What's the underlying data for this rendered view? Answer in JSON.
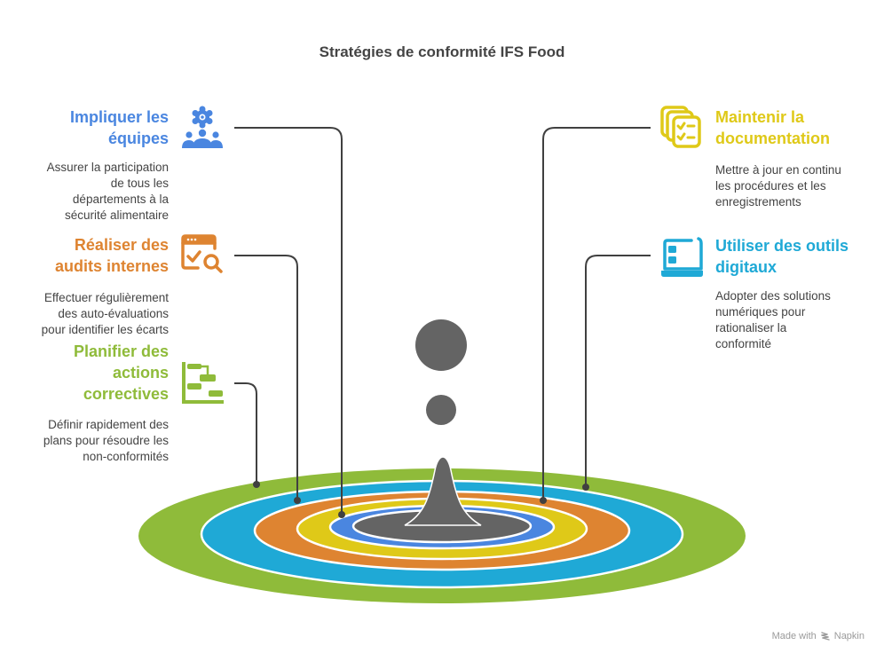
{
  "title": "Stratégies de conformité IFS Food",
  "colors": {
    "blue": "#4a86e0",
    "orange": "#de8431",
    "green": "#8fbb3a",
    "yellow": "#dfc918",
    "cyan": "#1fa9d6",
    "core": "#646464",
    "connector": "#404040"
  },
  "items": [
    {
      "heading_lines": [
        "Impliquer les",
        "équipes"
      ],
      "description_lines": [
        "Assurer la participation",
        "de tous les",
        "départements à la",
        "sécurité alimentaire"
      ],
      "icon": "team-icon",
      "color_key": "blue"
    },
    {
      "heading_lines": [
        "Réaliser des",
        "audits internes"
      ],
      "description_lines": [
        "Effectuer régulièrement",
        "des auto-évaluations",
        "pour identifier les écarts"
      ],
      "icon": "audit-search-icon",
      "color_key": "orange"
    },
    {
      "heading_lines": [
        "Planifier des",
        "actions",
        "correctives"
      ],
      "description_lines": [
        "Définir rapidement des",
        "plans pour résoudre les",
        "non-conformités"
      ],
      "icon": "gantt-plan-icon",
      "color_key": "green"
    },
    {
      "heading_lines": [
        "Maintenir la",
        "documentation"
      ],
      "description_lines": [
        "Mettre à jour en continu",
        "les procédures et les",
        "enregistrements"
      ],
      "icon": "checklist-documents-icon",
      "color_key": "yellow"
    },
    {
      "heading_lines": [
        "Utiliser des outils",
        "digitaux"
      ],
      "description_lines": [
        "Adopter des solutions",
        "numériques pour",
        "rationaliser la",
        "conformité"
      ],
      "icon": "laptop-icon",
      "color_key": "cyan"
    }
  ],
  "footer": {
    "made_with": "Made with",
    "brand": "Napkin",
    "icon": "napkin-logo-icon"
  }
}
